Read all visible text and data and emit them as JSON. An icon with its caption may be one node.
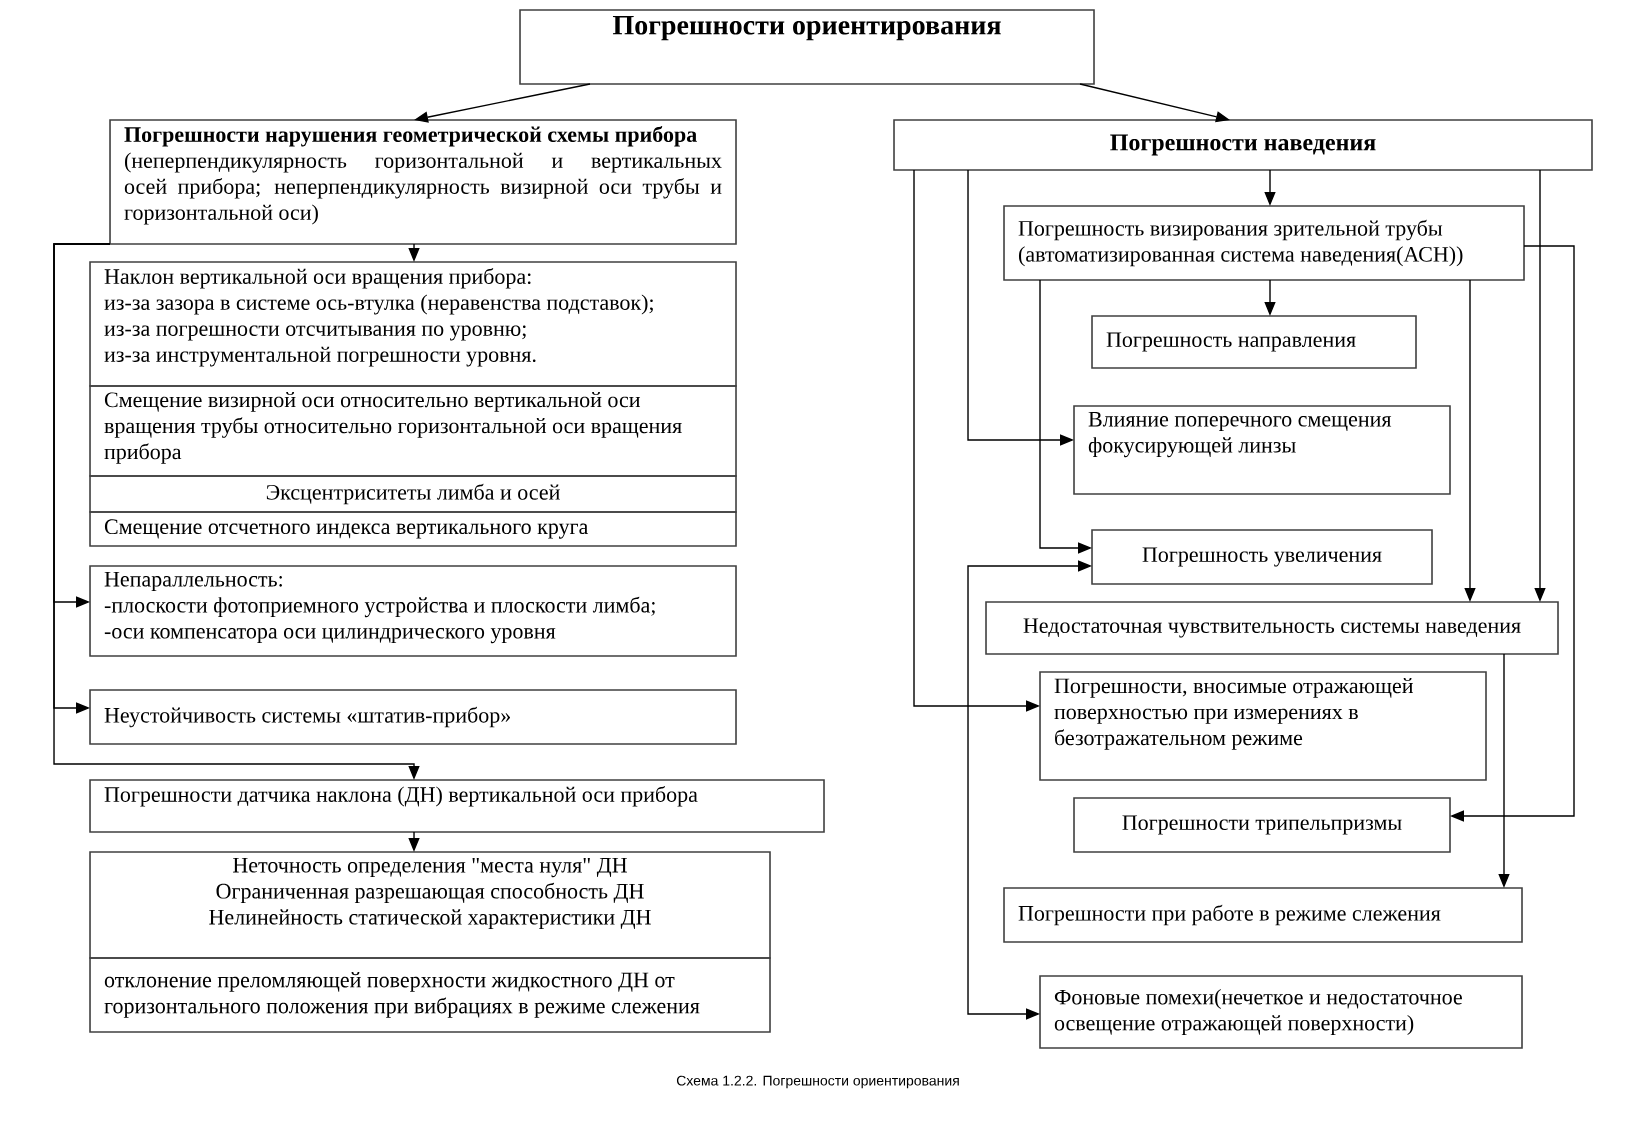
{
  "diagram": {
    "caption": "Схема 1.2.2. Погрешности ориентирования",
    "nodes": [
      {
        "text": [
          "Погрешности ориентирования"
        ]
      },
      {
        "text": [
          "Погрешности нарушения геометрической схемы прибора",
          "(неперпендикулярность горизонтальной и вертикальных осей прибора; неперпендикулярность визирной оси трубы и горизонтальной оси)"
        ]
      },
      {
        "text": [
          "Наклон вертикальной оси вращения прибора:",
          "из-за зазора в системе ось-втулка (неравенства подставок);",
          "из-за погрешности отсчитывания по уровню;",
          "из-за инструментальной погрешности уровня."
        ]
      },
      {
        "text": [
          "Смещение визирной оси относительно вертикальной оси вращения трубы относительно горизонтальной оси вращения прибора"
        ]
      },
      {
        "text": [
          "Эксцентриситеты лимба и осей"
        ]
      },
      {
        "text": [
          "Смещение отсчетного индекса вертикального круга"
        ]
      },
      {
        "text": [
          "Непараллельность:",
          "-плоскости фотоприемного устройства и плоскости лимба;",
          "-оси компенсатора оси цилиндрического уровня"
        ]
      },
      {
        "text": [
          "Неустойчивость системы «штатив-прибор»"
        ]
      },
      {
        "text": [
          "Погрешности датчика наклона (ДН) вертикальной оси прибора"
        ]
      },
      {
        "text": [
          "Неточность определения \"места нуля\" ДН",
          "Ограниченная разрешающая способность ДН",
          "Нелинейность статической характеристики ДН"
        ]
      },
      {
        "text": [
          "отклонение преломляющей поверхности жидкостного ДН от горизонтального положения при вибрациях в режиме слежения"
        ]
      },
      {
        "text": [
          "Погрешности наведения"
        ]
      },
      {
        "text": [
          "Погрешность визирования зрительной трубы (автоматизированная система наведения(АСН))"
        ]
      },
      {
        "text": [
          "Погрешность направления"
        ]
      },
      {
        "text": [
          "Влияние поперечного смещения фокусирующей линзы"
        ]
      },
      {
        "text": [
          "Погрешность увеличения"
        ]
      },
      {
        "text": [
          "Недостаточная чувствительность системы наведения"
        ]
      },
      {
        "text": [
          "Погрешности, вносимые отражающей поверхностью при измерениях в безотражательном режиме"
        ]
      },
      {
        "text": [
          "Погрешности трипельпризмы"
        ]
      },
      {
        "text": [
          "Погрешности при работе в режиме слежения"
        ]
      },
      {
        "text": [
          "Фоновые помехи(нечеткое и недостаточное освещение отражающей поверхности)"
        ]
      }
    ],
    "edges": [
      {
        "from": 0,
        "to": 1,
        "arrow": "to"
      },
      {
        "from": 0,
        "to": 11,
        "arrow": "to"
      },
      {
        "from": 1,
        "to": 2,
        "arrow": "to"
      },
      {
        "from": 1,
        "to": 6,
        "arrow": "to"
      },
      {
        "from": 1,
        "to": 7,
        "arrow": "to"
      },
      {
        "from": 1,
        "to": 8,
        "arrow": "to"
      },
      {
        "from": 8,
        "to": 9,
        "arrow": "to"
      },
      {
        "from": 11,
        "to": 12,
        "arrow": "to"
      },
      {
        "from": 11,
        "to": 14,
        "arrow": "to"
      },
      {
        "from": 11,
        "to": 17,
        "arrow": "to"
      },
      {
        "from": 11,
        "to": 16,
        "arrow": "to"
      },
      {
        "from": 12,
        "to": 13,
        "arrow": "to"
      },
      {
        "from": 12,
        "to": 15,
        "arrow": "to"
      },
      {
        "from": 12,
        "to": 16,
        "arrow": "to"
      },
      {
        "from": 12,
        "to": 18,
        "arrow": "to"
      },
      {
        "from": 15,
        "to": 20,
        "arrow": "both"
      },
      {
        "from": 16,
        "to": 19,
        "arrow": "to"
      }
    ]
  }
}
